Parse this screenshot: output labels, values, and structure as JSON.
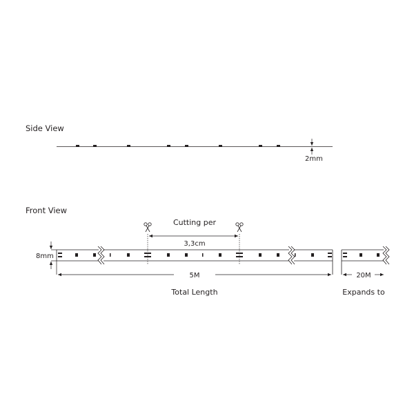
{
  "side_view": {
    "title": "Side View",
    "thickness_label": "2mm",
    "led_positions_x": [
      112,
      137,
      186,
      244,
      270,
      319,
      377,
      403
    ]
  },
  "front_view": {
    "title": "Front View",
    "width_label": "8mm",
    "cutting_label": "Cutting per",
    "cut_interval_label": "3,3cm",
    "length_label": "5M",
    "total_length_label": "Total Length",
    "expand_length_label": "20M",
    "expands_label": "Expands to",
    "scissors_icon": "scissors-icon"
  },
  "colors": {
    "line": "#231f20",
    "led": "#231f20",
    "guide": "#8a8a8a",
    "background": "#ffffff"
  }
}
